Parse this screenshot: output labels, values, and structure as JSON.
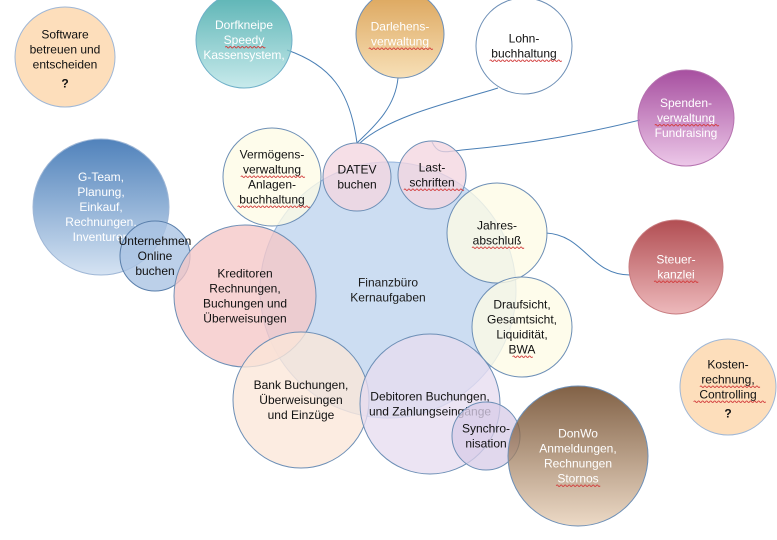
{
  "diagram": {
    "center": {
      "lines": [
        "Finanzbüro",
        "Kernaufgaben"
      ],
      "fill": "#c7d9f1",
      "stroke": "#93b3dc",
      "text_color": "#1a1a1a"
    },
    "bubbles": [
      {
        "id": "software",
        "lines": [
          "Software",
          "betreuen und",
          "entscheiden",
          "?"
        ],
        "fill": "#fcd5a8",
        "stroke": "#9fb7d6",
        "text_color": "#111111",
        "question_mark": true
      },
      {
        "id": "dorfkneipe",
        "lines": [
          "Dorfkneipe",
          "Speedy",
          "Kassensystem,"
        ],
        "fill": "#2a9d9e",
        "stroke": "#6fb0c8",
        "text_color": "#ffffff",
        "gradient": "#b8e4e6",
        "underlined": [
          1
        ]
      },
      {
        "id": "darlehen",
        "lines": [
          "Darlehens-",
          "verwaltung"
        ],
        "fill": "#d18a2a",
        "stroke": "#6d8fb6",
        "text_color": "#ffffff",
        "gradient": "#f5d7a3",
        "underlined": [
          1
        ]
      },
      {
        "id": "lohn",
        "lines": [
          "Lohn-",
          "buchhaltung"
        ],
        "fill": "#ffffff",
        "stroke": "#6d8fb6",
        "text_color": "#111111",
        "underlined": [
          1
        ]
      },
      {
        "id": "spenden",
        "lines": [
          "Spenden-",
          "verwaltung",
          "Fundraising"
        ],
        "fill": "#8e1e85",
        "stroke": "#b673b0",
        "text_color": "#ffffff",
        "gradient": "#e7b8e2",
        "underlined": [
          1
        ]
      },
      {
        "id": "vermoegen",
        "lines": [
          "Vermögens-",
          "verwaltung",
          "Anlagen-",
          "buchhaltung"
        ],
        "fill": "#fefbe6",
        "stroke": "#6d8fb6",
        "text_color": "#111111",
        "underlined": [
          1,
          3
        ]
      },
      {
        "id": "datev",
        "lines": [
          "DATEV",
          "buchen"
        ],
        "fill": "#f3d6e0",
        "stroke": "#6d8fb6",
        "text_color": "#111111"
      },
      {
        "id": "last",
        "lines": [
          "Last-",
          "schriften"
        ],
        "fill": "#f3d6e0",
        "stroke": "#6d8fb6",
        "text_color": "#111111",
        "underlined": [
          1
        ]
      },
      {
        "id": "gteam",
        "lines": [
          "G-Team,",
          "Planung,",
          "Einkauf,",
          "Rechnungen,",
          "Inventuren"
        ],
        "fill": "#1f5fa8",
        "stroke": "#9fb7d6",
        "text_color": "#ffffff",
        "gradient": "#c9dbef"
      },
      {
        "id": "unternehmen",
        "lines": [
          "Unternehmen",
          "Online",
          "buchen"
        ],
        "fill": "#a9c3e3",
        "stroke": "#5a7fab",
        "text_color": "#111111"
      },
      {
        "id": "jahres",
        "lines": [
          "Jahres-",
          "abschluß"
        ],
        "fill": "#fefbe6",
        "stroke": "#6d8fb6",
        "text_color": "#111111",
        "underlined": [
          1
        ]
      },
      {
        "id": "steuer",
        "lines": [
          "Steuer-",
          "kanzlei"
        ],
        "fill": "#9c1c22",
        "stroke": "#c77b7f",
        "text_color": "#ffffff",
        "gradient": "#e8a5a8",
        "underlined": [
          1
        ]
      },
      {
        "id": "kreditoren",
        "lines": [
          "Kreditoren",
          "Rechnungen,",
          "Buchungen und",
          "Überweisungen"
        ],
        "fill": "#f5c6c6",
        "stroke": "#6d8fb6",
        "text_color": "#111111"
      },
      {
        "id": "draufsicht",
        "lines": [
          "Draufsicht,",
          "Gesamtsicht,",
          "Liquidität,",
          "BWA"
        ],
        "fill": "#fefbe6",
        "stroke": "#6d8fb6",
        "text_color": "#111111",
        "underlined": [
          3
        ]
      },
      {
        "id": "kosten",
        "lines": [
          "Kosten-",
          "rechnung,",
          "Controlling",
          "?"
        ],
        "fill": "#fcd5a8",
        "stroke": "#9fb7d6",
        "text_color": "#111111",
        "question_mark": true,
        "underlined": [
          1,
          2
        ]
      },
      {
        "id": "bank",
        "lines": [
          "Bank Buchungen,",
          "Überweisungen",
          "und Einzüge"
        ],
        "fill": "#fbe7d8",
        "stroke": "#6d8fb6",
        "text_color": "#111111"
      },
      {
        "id": "debitoren",
        "lines": [
          "Debitoren Buchungen,",
          "und Zahlungseingänge"
        ],
        "fill": "#e7dcf0",
        "stroke": "#6d8fb6",
        "text_color": "#111111"
      },
      {
        "id": "sync",
        "lines": [
          "Synchro-",
          "nisation"
        ],
        "fill": "#d9cde8",
        "stroke": "#6d8fb6",
        "text_color": "#111111"
      },
      {
        "id": "donwo",
        "lines": [
          "DonWo",
          "Anmeldungen,",
          "Rechnungen",
          "Stornos"
        ],
        "fill": "#5e3512",
        "stroke": "#6d8fb6",
        "text_color": "#ffffff",
        "gradient": "#e7cfb6",
        "underlined": [
          3
        ]
      }
    ],
    "underline_color": "#d23b3b",
    "connector_color": "#4a7fb5"
  }
}
